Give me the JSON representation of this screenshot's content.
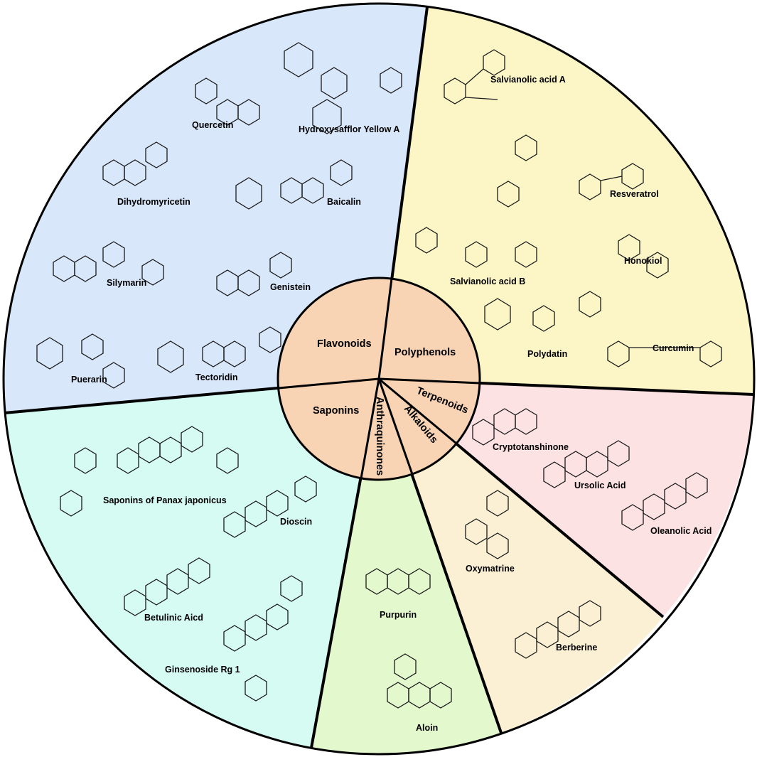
{
  "colors": {
    "flavonoids": "#d9e7fb",
    "polyphenols": "#fcf6c7",
    "terpenoids": "#fde2e4",
    "alkaloids": "#fcf0d4",
    "anthraquinones": "#e3f8cd",
    "saponins": "#d5fbf3",
    "center": "#f8d4b5",
    "outline": "#000000"
  },
  "center": {
    "flavonoids": "Flavonoids",
    "polyphenols": "Polyphenols",
    "terpenoids": "Terpenoids",
    "alkaloids": "Alkaloids",
    "anthraquinones": "Anthraquinones",
    "saponins": "Saponins"
  },
  "compounds": {
    "flavonoids": [
      "Quercetin",
      "Hydroxysafflor Yellow A",
      "Dihydromyricetin",
      "Baicalin",
      "Silymarin",
      "Genistein",
      "Puerarin",
      "Tectoridin"
    ],
    "polyphenols": [
      "Salvianolic acid A",
      "Resveratrol",
      "Honokiol",
      "Salvianolic acid B",
      "Polydatin",
      "Curcumin"
    ],
    "terpenoids": [
      "Cryptotanshinone",
      "Ursolic Acid",
      "Oleanolic Acid"
    ],
    "alkaloids": [
      "Oxymatrine",
      "Berberine"
    ],
    "anthraquinones": [
      "Purpurin",
      "Aloin"
    ],
    "saponins": [
      "Saponins of Panax japonicus",
      "Dioscin",
      "Betulinic Aicd",
      "Ginsenoside Rg 1"
    ]
  }
}
